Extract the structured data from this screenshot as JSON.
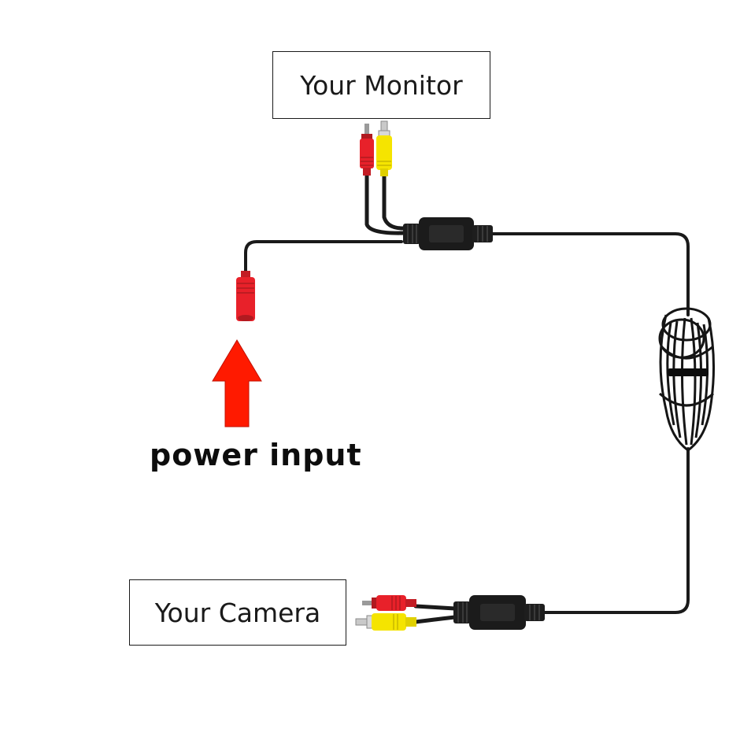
{
  "labels": {
    "monitor": "Your Monitor",
    "camera": "Your Camera",
    "power_input": "power input"
  },
  "icons": {
    "arrow": "up-arrow-icon"
  },
  "colors": {
    "cable": "#1a1a1a",
    "dc_plug": "#e8212a",
    "video_plug": "#f5e400",
    "arrow": "#ff1a00",
    "text": "#1a1a1a"
  }
}
